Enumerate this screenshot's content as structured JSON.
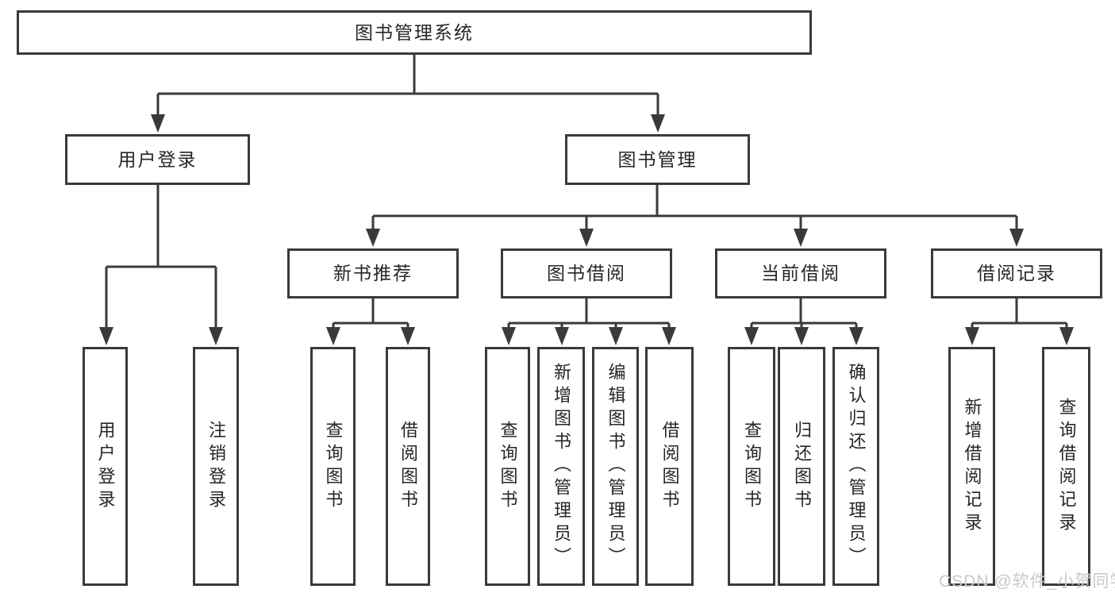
{
  "diagram": {
    "root": {
      "label": "图书管理系统"
    },
    "level2": [
      {
        "label": "用户登录"
      },
      {
        "label": "图书管理"
      }
    ],
    "level3": [
      {
        "label": "新书推荐"
      },
      {
        "label": "图书借阅"
      },
      {
        "label": "当前借阅"
      },
      {
        "label": "借阅记录"
      }
    ],
    "leaves": {
      "user_login": [
        {
          "label": "用户登录"
        },
        {
          "label": "注销登录"
        }
      ],
      "new_book": [
        {
          "label": "查询图书"
        },
        {
          "label": "借阅图书"
        }
      ],
      "borrow": [
        {
          "label": "查询图书"
        },
        {
          "label": "新增图书（管理员）"
        },
        {
          "label": "编辑图书（管理员）"
        },
        {
          "label": "借阅图书"
        }
      ],
      "current": [
        {
          "label": "查询图书"
        },
        {
          "label": "归还图书"
        },
        {
          "label": "确认归还（管理员）"
        }
      ],
      "records": [
        {
          "label": "新增借阅记录"
        },
        {
          "label": "查询借阅记录"
        }
      ]
    },
    "watermark": "CSDN @软件_小贺同学"
  },
  "colors": {
    "line": "#3a3a3a",
    "text": "#262626",
    "watermark": "#c9c9c9"
  }
}
